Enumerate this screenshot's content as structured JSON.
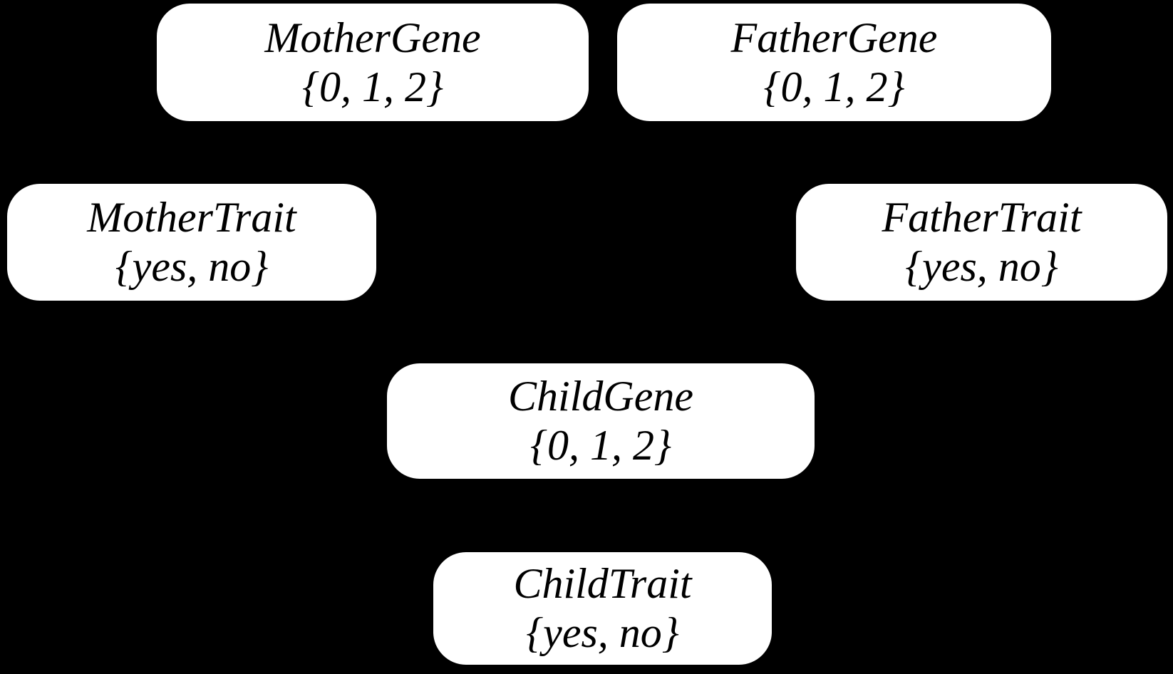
{
  "diagram": {
    "type": "bayesian-network",
    "background_color": "#000000",
    "node_fill_color": "#ffffff",
    "node_text_color": "#000000"
  },
  "nodes": [
    {
      "id": "mother-gene",
      "name": "MotherGene",
      "domain": "{0, 1, 2}"
    },
    {
      "id": "father-gene",
      "name": "FatherGene",
      "domain": "{0, 1, 2}"
    },
    {
      "id": "mother-trait",
      "name": "MotherTrait",
      "domain": "{yes, no}"
    },
    {
      "id": "father-trait",
      "name": "FatherTrait",
      "domain": "{yes, no}"
    },
    {
      "id": "child-gene",
      "name": "ChildGene",
      "domain": "{0, 1, 2}"
    },
    {
      "id": "child-trait",
      "name": "ChildTrait",
      "domain": "{yes, no}"
    }
  ]
}
